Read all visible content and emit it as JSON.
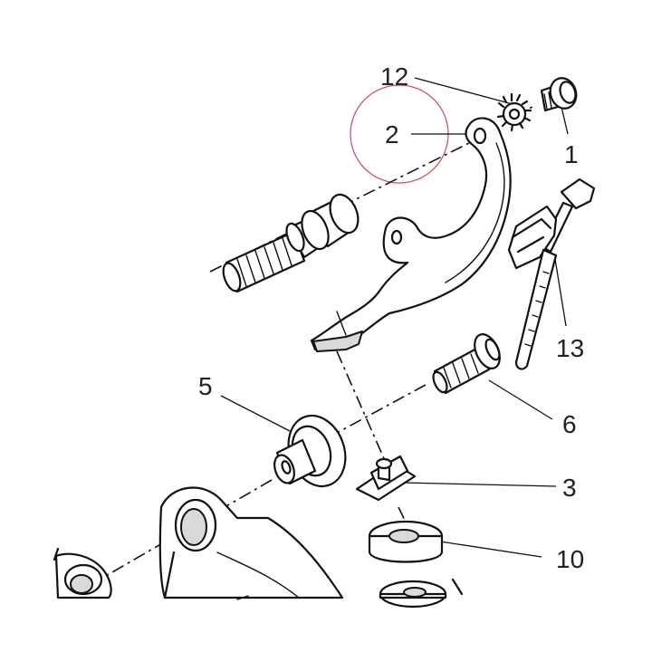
{
  "callouts": [
    {
      "id": "c12",
      "text": "12"
    },
    {
      "id": "c2",
      "text": "2"
    },
    {
      "id": "c1",
      "text": "1"
    },
    {
      "id": "c13",
      "text": "13"
    },
    {
      "id": "c5",
      "text": "5"
    },
    {
      "id": "c6",
      "text": "6"
    },
    {
      "id": "c3",
      "text": "3"
    },
    {
      "id": "c10",
      "text": "10"
    }
  ],
  "highlight": {
    "color": "#c0505a",
    "target": "2"
  },
  "colors": {
    "ink": "#111111",
    "shade": "#d9d9d9",
    "background": "#ffffff"
  }
}
